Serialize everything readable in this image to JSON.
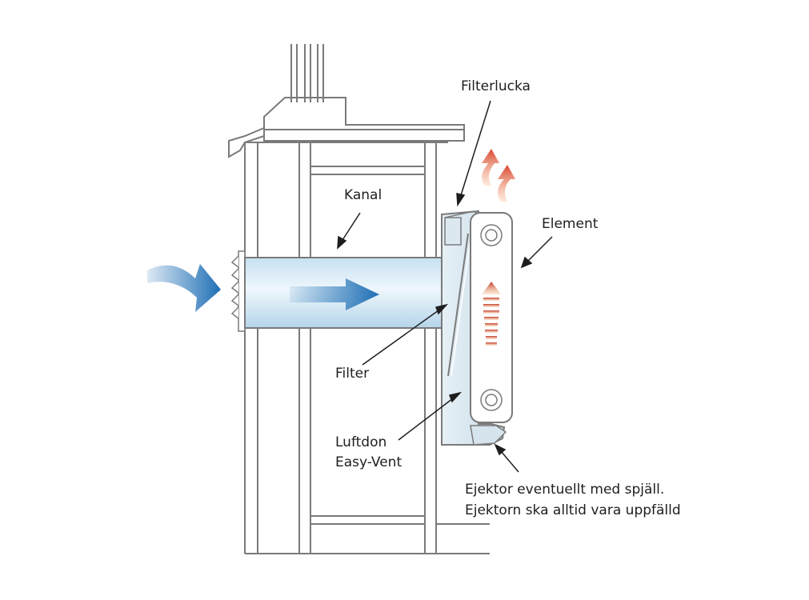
{
  "labels": {
    "filterlucka": "Filterlucka",
    "element": "Element",
    "kanal": "Kanal",
    "filter": "Filter",
    "luftdon_line1": "Luftdon",
    "luftdon_line2": "Easy-Vent",
    "ejektor_line1": "Ejektor eventuellt med spjäll.",
    "ejektor_line2": "Ejektorn ska alltid vara uppfälld"
  },
  "colors": {
    "outline": "#7a7a7a",
    "label_text": "#1e1e1e",
    "airflow_blue": "#1f6fb5",
    "duct_light": "#d4e8f4",
    "heat_red": "#c0392b",
    "heat_orange": "#e8843a"
  }
}
